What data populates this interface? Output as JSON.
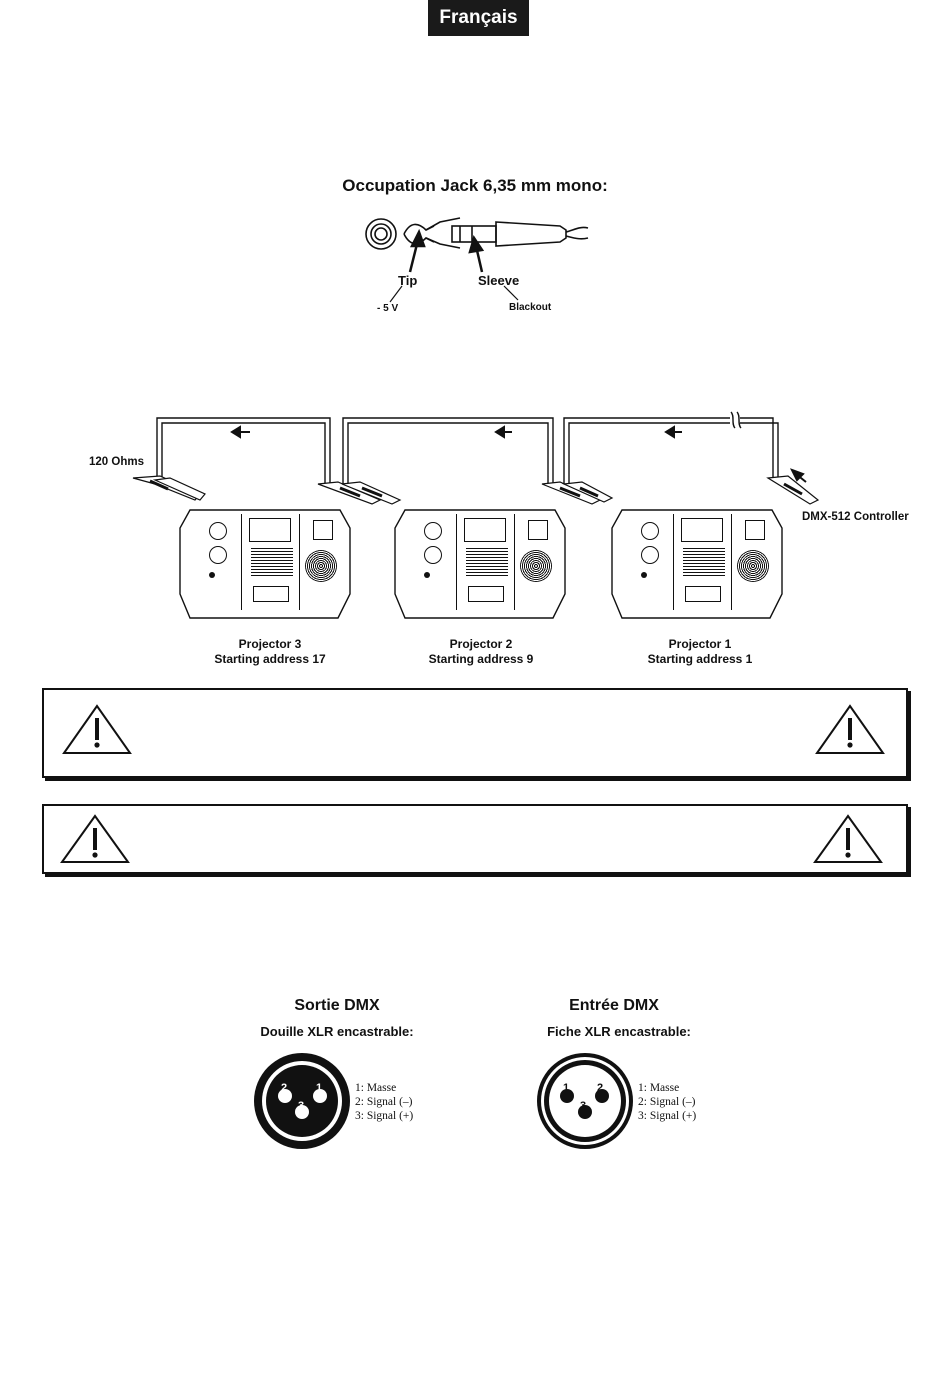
{
  "header": {
    "language": "Français"
  },
  "jack": {
    "title": "Occupation Jack 6,35 mm mono:",
    "tip_label": "Tip",
    "sleeve_label": "Sleeve",
    "tip_value": "- 5 V",
    "sleeve_value": "Blackout"
  },
  "dmx_chain": {
    "terminator": "120 Ohms",
    "controller": "DMX-512 Controller",
    "projectors": [
      {
        "name": "Projector 3",
        "address": "Starting address 17"
      },
      {
        "name": "Projector 2",
        "address": "Starting address 9"
      },
      {
        "name": "Projector 1",
        "address": "Starting address 1"
      }
    ]
  },
  "connectors": {
    "output": {
      "title": "Sortie DMX",
      "subtitle": "Douille XLR encastrable:",
      "pins": [
        "1: Masse",
        "2: Signal (–)",
        "3: Signal (+)"
      ],
      "pin_labels": [
        "2",
        "1",
        "3"
      ]
    },
    "input": {
      "title": "Entrée DMX",
      "subtitle": "Fiche XLR encastrable:",
      "pins": [
        "1: Masse",
        "2: Signal (–)",
        "3: Signal (+)"
      ],
      "pin_labels": [
        "1",
        "2",
        "3"
      ]
    }
  }
}
